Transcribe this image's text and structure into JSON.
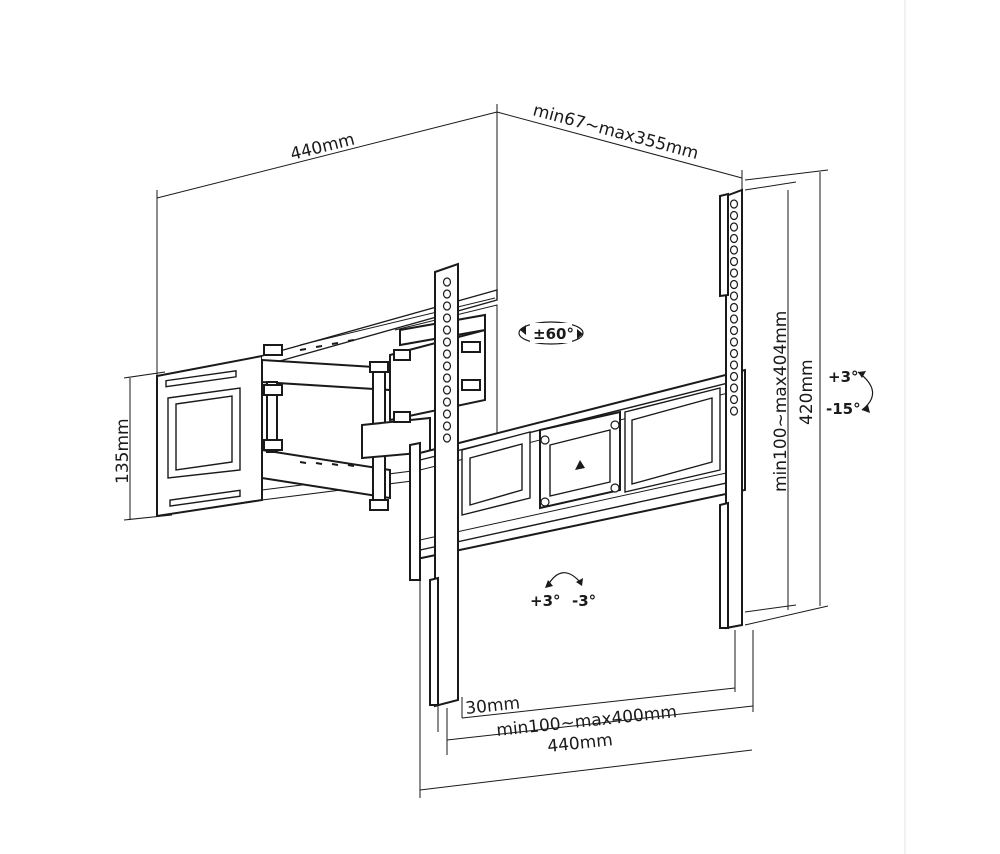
{
  "dimensions": {
    "wall_width": "440mm",
    "extension": "min67~max355mm",
    "wall_height": "135mm",
    "vesa_vertical": "min100~max404mm",
    "bracket_height": "420mm",
    "gap": "30mm",
    "vesa_horizontal": "min100~max400mm",
    "bracket_width": "440mm"
  },
  "rotation": {
    "swivel": "±60°",
    "tilt_up": "+3°",
    "tilt_down": "-15°",
    "level_plus": "+3°",
    "level_minus": "-3°"
  },
  "colors": {
    "line": "#1a1a1a",
    "background": "#ffffff"
  }
}
